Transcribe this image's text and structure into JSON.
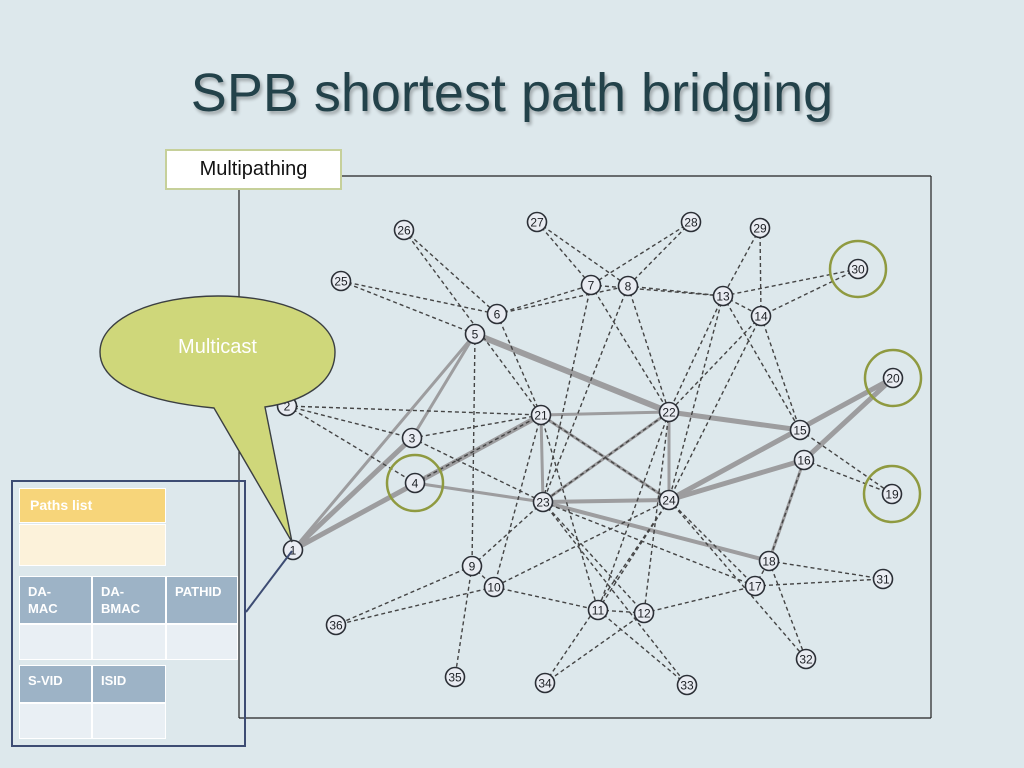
{
  "slide": {
    "title": "SPB shortest path bridging",
    "multipathing_label": "Multipathing",
    "callout_label": "Multicast"
  },
  "panel": {
    "paths_list_label": "Paths list",
    "row1_headers": [
      "DA-\nMAC",
      "DA-\nBMAC",
      "PATHID"
    ],
    "row2_headers": [
      "S-VID",
      "ISID"
    ]
  },
  "colors": {
    "background": "#dde8ec",
    "title": "#23424a",
    "callout_fill": "#cfd77a",
    "highlight_ring": "#8f9a40",
    "paths_header": "#f7d57a",
    "table_header": "#9db3c6",
    "panel_border": "#3d4c73"
  },
  "network": {
    "nodes": [
      "1",
      "2",
      "3",
      "4",
      "5",
      "6",
      "7",
      "8",
      "9",
      "10",
      "11",
      "12",
      "13",
      "14",
      "15",
      "16",
      "17",
      "18",
      "19",
      "20",
      "21",
      "22",
      "23",
      "24",
      "25",
      "26",
      "27",
      "28",
      "29",
      "30",
      "31",
      "32",
      "33",
      "34",
      "35",
      "36"
    ],
    "highlighted_nodes": [
      "4",
      "30",
      "20",
      "19"
    ],
    "dashed_links": [
      [
        "25",
        "6"
      ],
      [
        "26",
        "6"
      ],
      [
        "26",
        "21"
      ],
      [
        "27",
        "7"
      ],
      [
        "27",
        "8"
      ],
      [
        "28",
        "7"
      ],
      [
        "28",
        "8"
      ],
      [
        "29",
        "14"
      ],
      [
        "29",
        "13"
      ],
      [
        "30",
        "13"
      ],
      [
        "30",
        "14"
      ],
      [
        "2",
        "3"
      ],
      [
        "2",
        "4"
      ],
      [
        "2",
        "21"
      ],
      [
        "6",
        "7"
      ],
      [
        "6",
        "8"
      ],
      [
        "6",
        "21"
      ],
      [
        "5",
        "9"
      ],
      [
        "3",
        "21"
      ],
      [
        "4",
        "21"
      ],
      [
        "3",
        "23"
      ],
      [
        "7",
        "22"
      ],
      [
        "8",
        "22"
      ],
      [
        "7",
        "23"
      ],
      [
        "8",
        "23"
      ],
      [
        "13",
        "14"
      ],
      [
        "13",
        "22"
      ],
      [
        "13",
        "24"
      ],
      [
        "14",
        "22"
      ],
      [
        "14",
        "15"
      ],
      [
        "13",
        "15"
      ],
      [
        "15",
        "19"
      ],
      [
        "16",
        "19"
      ],
      [
        "16",
        "18"
      ],
      [
        "21",
        "11"
      ],
      [
        "21",
        "10"
      ],
      [
        "22",
        "11"
      ],
      [
        "22",
        "12"
      ],
      [
        "23",
        "9"
      ],
      [
        "23",
        "12"
      ],
      [
        "23",
        "33"
      ],
      [
        "23",
        "17"
      ],
      [
        "24",
        "10"
      ],
      [
        "24",
        "17"
      ],
      [
        "24",
        "32"
      ],
      [
        "9",
        "36"
      ],
      [
        "9",
        "35"
      ],
      [
        "10",
        "36"
      ],
      [
        "10",
        "11"
      ],
      [
        "11",
        "12"
      ],
      [
        "11",
        "33"
      ],
      [
        "12",
        "34"
      ],
      [
        "12",
        "17"
      ],
      [
        "24",
        "34"
      ],
      [
        "17",
        "18"
      ],
      [
        "17",
        "31"
      ],
      [
        "18",
        "31"
      ],
      [
        "18",
        "32"
      ],
      [
        "9",
        "10"
      ],
      [
        "24",
        "11"
      ],
      [
        "22",
        "23"
      ],
      [
        "21",
        "24"
      ],
      [
        "14",
        "24"
      ],
      [
        "7",
        "13"
      ],
      [
        "8",
        "13"
      ],
      [
        "5",
        "25"
      ]
    ],
    "solid_links": [
      [
        "1",
        "5",
        "3"
      ],
      [
        "1",
        "3",
        "5"
      ],
      [
        "1",
        "4",
        "3"
      ],
      [
        "1",
        "21",
        "5"
      ],
      [
        "3",
        "5",
        "3"
      ],
      [
        "4",
        "23",
        "3"
      ],
      [
        "5",
        "22",
        "6"
      ],
      [
        "21",
        "22",
        "3"
      ],
      [
        "21",
        "23",
        "3"
      ],
      [
        "21",
        "24",
        "3"
      ],
      [
        "22",
        "23",
        "3"
      ],
      [
        "22",
        "24",
        "3"
      ],
      [
        "22",
        "15",
        "5"
      ],
      [
        "23",
        "24",
        "4"
      ],
      [
        "24",
        "15",
        "3"
      ],
      [
        "24",
        "16",
        "5"
      ],
      [
        "24",
        "20",
        "5"
      ],
      [
        "16",
        "20",
        "5"
      ],
      [
        "15",
        "20",
        "3"
      ],
      [
        "16",
        "18",
        "3"
      ],
      [
        "23",
        "18",
        "4"
      ]
    ]
  }
}
